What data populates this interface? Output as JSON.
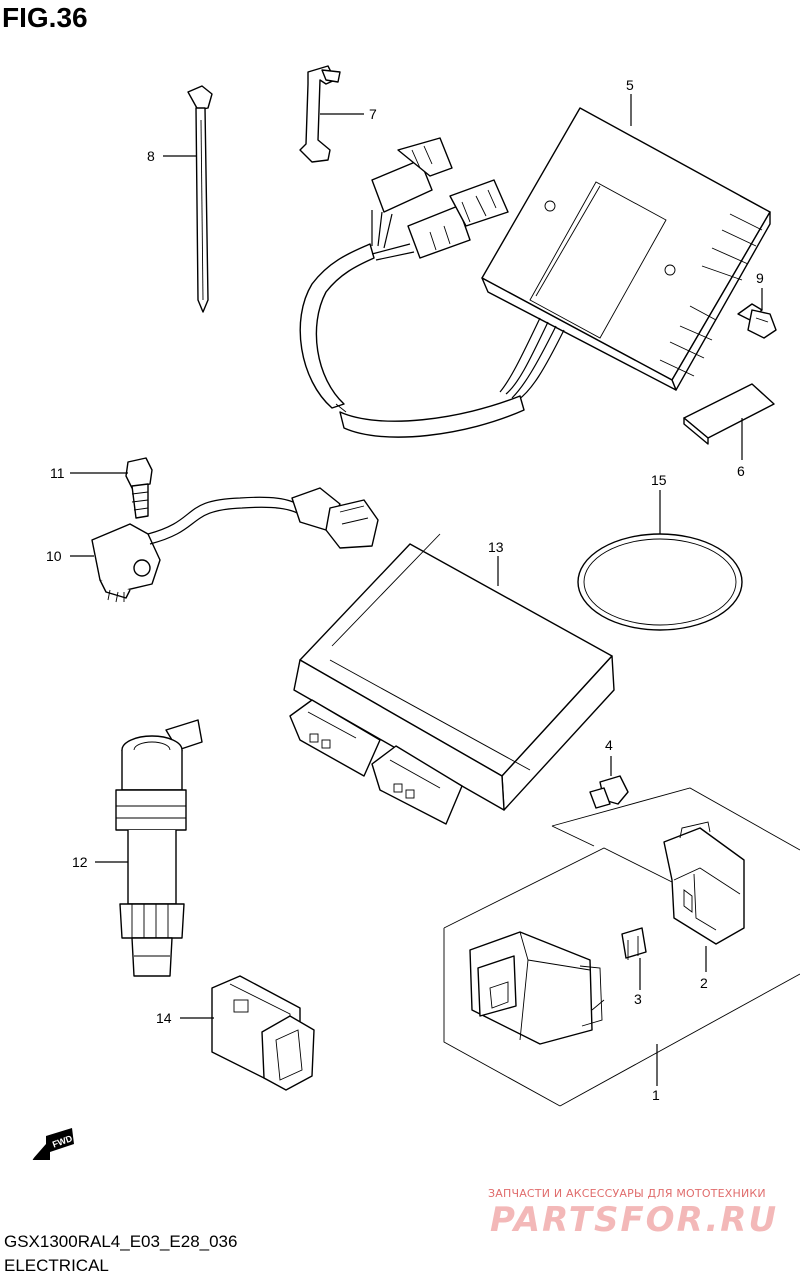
{
  "figure": {
    "title": "FIG.36"
  },
  "footer": {
    "model_code": "GSX1300RAL4_E03_E28_036",
    "section": "ELECTRICAL"
  },
  "watermark": {
    "caption": "ЗАПЧАСТИ И АКСЕССУАРЫ ДЛЯ МОТОТЕХНИКИ",
    "logo": "PARTSFOR.RU"
  },
  "fwd_arrow": {
    "label": "FWD"
  },
  "callouts": {
    "p1": "1",
    "p2": "2",
    "p3": "3",
    "p4": "4",
    "p5": "5",
    "p6": "6",
    "p7": "7",
    "p8": "8",
    "p9": "9",
    "p10": "10",
    "p11": "11",
    "p12": "12",
    "p13": "13",
    "p14": "14",
    "p15": "15"
  }
}
